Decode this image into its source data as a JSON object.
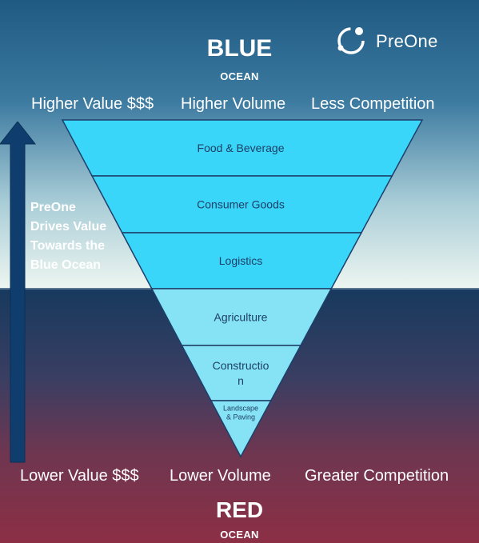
{
  "top": {
    "title": "BLUE",
    "subtitle": "OCEAN"
  },
  "bottom": {
    "title": "RED",
    "subtitle": "OCEAN"
  },
  "brand": {
    "name": "PreOne"
  },
  "top_labels": [
    "Higher Value $$$",
    "Higher Volume",
    "Less Competition"
  ],
  "bottom_labels": [
    "Lower Value $$$",
    "Lower Volume",
    "Greater Competition"
  ],
  "side_note": [
    "PreOne",
    "Drives Value",
    "Towards the",
    "Blue Ocean"
  ],
  "funnel": {
    "bands": [
      {
        "lines": [
          "Food & Beverage"
        ],
        "color": "#39d6f9"
      },
      {
        "lines": [
          "Consumer Goods"
        ],
        "color": "#39d6f9"
      },
      {
        "lines": [
          "Logistics"
        ],
        "color": "#39d6f9"
      },
      {
        "lines": [
          "Agriculture"
        ],
        "color": "#86e3f6"
      },
      {
        "lines": [
          "Constructio",
          "n"
        ],
        "color": "#86e3f6"
      },
      {
        "lines": [
          "Landscape",
          "& Paving"
        ],
        "color": "#86e3f6"
      }
    ],
    "stroke_color": "#1d3f6b"
  },
  "colors": {
    "sky_top": "#205b82",
    "sky_bottom": "#eef5f2",
    "sea_top": "#173a5e",
    "sea_bottom": "#8a2f44",
    "arrow": "#0f3e6e"
  }
}
